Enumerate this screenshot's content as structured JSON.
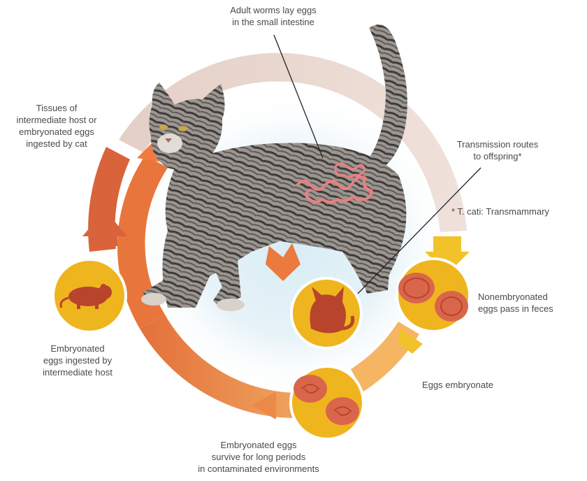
{
  "labels": {
    "adult_worms": [
      "Adult worms lay eggs",
      "in the small intestine"
    ],
    "transmission": [
      "Transmission routes",
      "to offspring*"
    ],
    "transmammary": "* T. cati: Transmammary",
    "nonembryonated": [
      "Nonembryonated",
      "eggs pass in feces"
    ],
    "embryonate": "Eggs embryonate",
    "survive": [
      "Embryonated eggs",
      "survive for long periods",
      "in contaminated environments"
    ],
    "intermediate_host": [
      "Embryonated",
      "eggs ingested by",
      "intermediate host"
    ],
    "tissues": [
      "Tissues of",
      "intermediate host or",
      "embryonated eggs",
      "ingested by cat"
    ]
  },
  "colors": {
    "ring_pale": "#ead7cf",
    "ring_orange": "#e8763c",
    "ring_dark_orange": "#d9633a",
    "ring_yellow": "#f2c22b",
    "ring_light_orange": "#f3a35a",
    "node_fill": "#efb51f",
    "node_icon": "#b8442c",
    "egg_fill": "#d9664a",
    "cat_body": "#8d8984",
    "cat_stripe": "#3e3a37",
    "worm": "#e77b7b",
    "background_glow": "#cfe6f2"
  },
  "icons": {
    "rat_node": "rat-icon",
    "kitten_node": "kitten-icon",
    "egg_node_right": "nonembryonated-egg-icon",
    "egg_node_bottom": "embryonated-egg-icon",
    "cat": "tabby-cat-illustration"
  }
}
